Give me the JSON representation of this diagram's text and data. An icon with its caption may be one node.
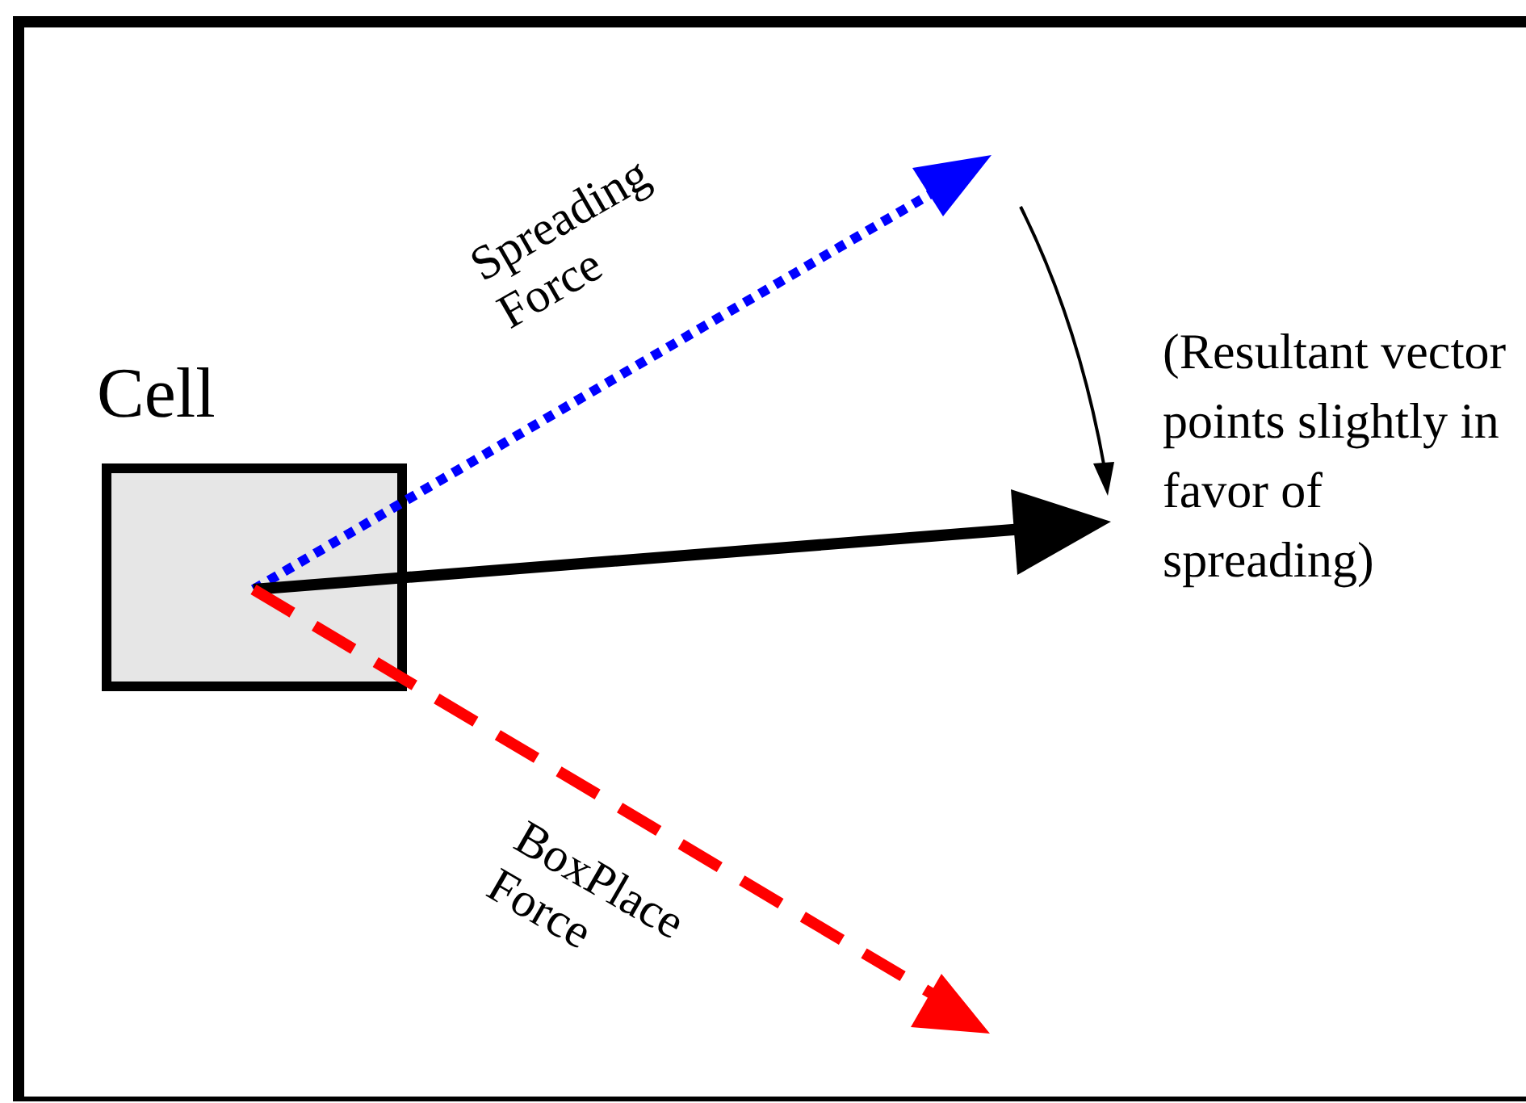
{
  "diagram": {
    "nodes": [
      {
        "text": [
          "Cell"
        ]
      }
    ],
    "labels": [
      "Spreading Force",
      "(Resultant vector points slightly in favor of spreading)",
      "BoxPlace Force"
    ]
  }
}
